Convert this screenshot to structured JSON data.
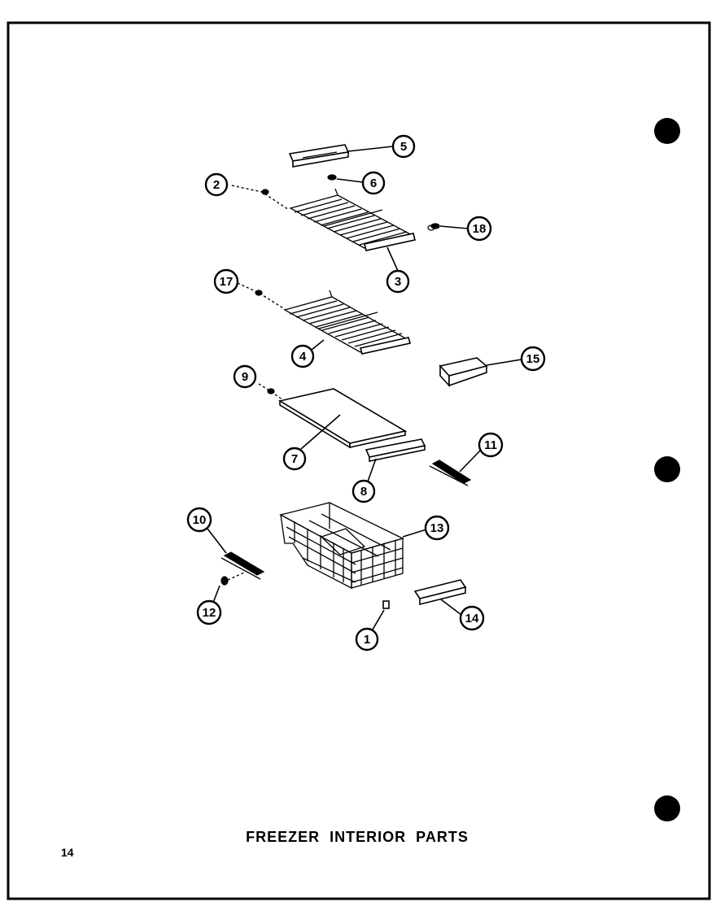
{
  "diagram": {
    "title": "FREEZER  INTERIOR  PARTS",
    "page_number": "14",
    "callouts": [
      {
        "id": "c5",
        "label": "5"
      },
      {
        "id": "c6a",
        "label": "6"
      },
      {
        "id": "c2",
        "label": "2"
      },
      {
        "id": "c18",
        "label": "18"
      },
      {
        "id": "c3",
        "label": "3"
      },
      {
        "id": "c17",
        "label": "17"
      },
      {
        "id": "c4",
        "label": "4"
      },
      {
        "id": "c15",
        "label": "15"
      },
      {
        "id": "c9",
        "label": "9"
      },
      {
        "id": "c7",
        "label": "7"
      },
      {
        "id": "c8",
        "label": "8"
      },
      {
        "id": "c11",
        "label": "11"
      },
      {
        "id": "c10",
        "label": "10"
      },
      {
        "id": "c13",
        "label": "13"
      },
      {
        "id": "c12",
        "label": "12"
      },
      {
        "id": "c14",
        "label": "14"
      },
      {
        "id": "c1",
        "label": "1"
      }
    ]
  }
}
